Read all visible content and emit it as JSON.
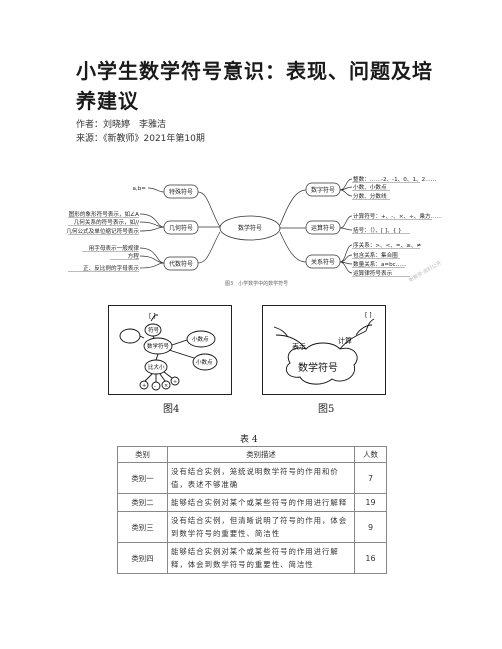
{
  "article": {
    "title": "小学生数学符号意识：表现、问题及培养建议",
    "authors": "作者：刘晓婷　李雅洁",
    "source": "来源：《新教师》2021年第10期"
  },
  "mindmap": {
    "center": "数学符号",
    "caption": "图3　小学数学中的数学符号",
    "watermark": "新教师·资料公开",
    "left_branches": [
      {
        "name": "特殊符号",
        "leaves": [
          "a,b="
        ]
      },
      {
        "name": "几何符号",
        "leaves": [
          "图形的象形符号表示，如∠A",
          "几何关系的符号表示，如//",
          "几何公式及单位缩记符号表示"
        ]
      },
      {
        "name": "代数符号",
        "leaves": [
          "用字母表示一般规律",
          "方程",
          "正、反比例的字母表示"
        ]
      }
    ],
    "right_branches": [
      {
        "name": "数字符号",
        "leaves": [
          "整数：……-2、-1、0、1、2……",
          "小数、小数点",
          "分数、分数线"
        ]
      },
      {
        "name": "运算符号",
        "leaves": [
          "计算符号：+、-、×、÷、乘方……",
          "括号：（）、[ ]、{ }"
        ]
      },
      {
        "name": "关系符号",
        "leaves": [
          "序关系：>、<、=、≥、≠",
          "包含关系：集合圈",
          "数量关系：a=bc……",
          "运算律符号表示"
        ]
      }
    ]
  },
  "sketch4": {
    "nodes": [
      "[ ]",
      "符号",
      "数学符号",
      "小数点",
      "小数点",
      "比大小",
      "+",
      "-",
      "×",
      "÷"
    ]
  },
  "sketch5": {
    "words": [
      "表示",
      "计算",
      "[ ]",
      "数学符号"
    ]
  },
  "figures": {
    "fig4": "图4",
    "fig5": "图5"
  },
  "table": {
    "caption": "表 4",
    "headers": [
      "类别",
      "类别描述",
      "人数"
    ],
    "rows": [
      {
        "category": "类别一",
        "description": "没有结合实例，笼统说明数学符号的作用和价值，表述不够准确",
        "count": "7"
      },
      {
        "category": "类别二",
        "description": "能够结合实例对某个或某些符号的作用进行解释",
        "count": "19"
      },
      {
        "category": "类别三",
        "description": "没有结合实例，但清晰说明了符号的作用，体会到数学符号的重要性、简洁性",
        "count": "9"
      },
      {
        "category": "类别四",
        "description": "能够结合实例对某个或某些符号的作用进行解释，体会到数学符号的重要性、简洁性",
        "count": "16"
      }
    ]
  }
}
